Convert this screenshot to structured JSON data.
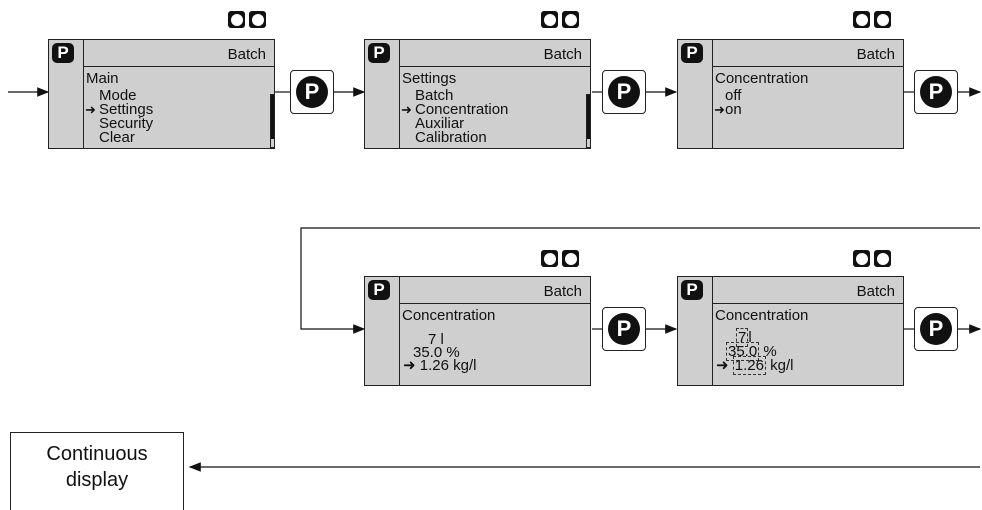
{
  "screens": [
    {
      "header": "Batch",
      "title": "Main",
      "items": [
        "Mode",
        "Settings",
        "Security",
        "Clear"
      ],
      "selected": 1,
      "scrollbar": true
    },
    {
      "header": "Batch",
      "title": "Settings",
      "items": [
        "Batch",
        "Concentration",
        "Auxiliar",
        "Calibration"
      ],
      "selected": 1,
      "scrollbar": true
    },
    {
      "header": "",
      "title": "Concentration",
      "items": [
        "off",
        "on"
      ],
      "selected": 1,
      "scrollbar": false
    },
    {
      "header": "Batch",
      "title": "Concentration",
      "values": {
        "volume": "7",
        "volume_unit": "l",
        "percent": "35.0",
        "percent_unit": "%",
        "density": "1.26",
        "density_unit": "kg/l"
      },
      "selected": 2,
      "editing": false
    },
    {
      "header": "Batch",
      "title": "Concentration",
      "values": {
        "volume": "7",
        "volume_unit": "l",
        "percent": "35.0",
        "percent_unit": "%",
        "density": "1.26",
        "density_unit": "kg/l"
      },
      "selected": 2,
      "editing": true
    }
  ],
  "p_label": "P",
  "continuous_display": "Continuous display",
  "continuous_line1": "Continuous",
  "continuous_line2": "display",
  "icons": {
    "nav": "up-down-arrow-keys-icon",
    "selector": "right-arrow-icon",
    "key": "p-key-icon"
  }
}
